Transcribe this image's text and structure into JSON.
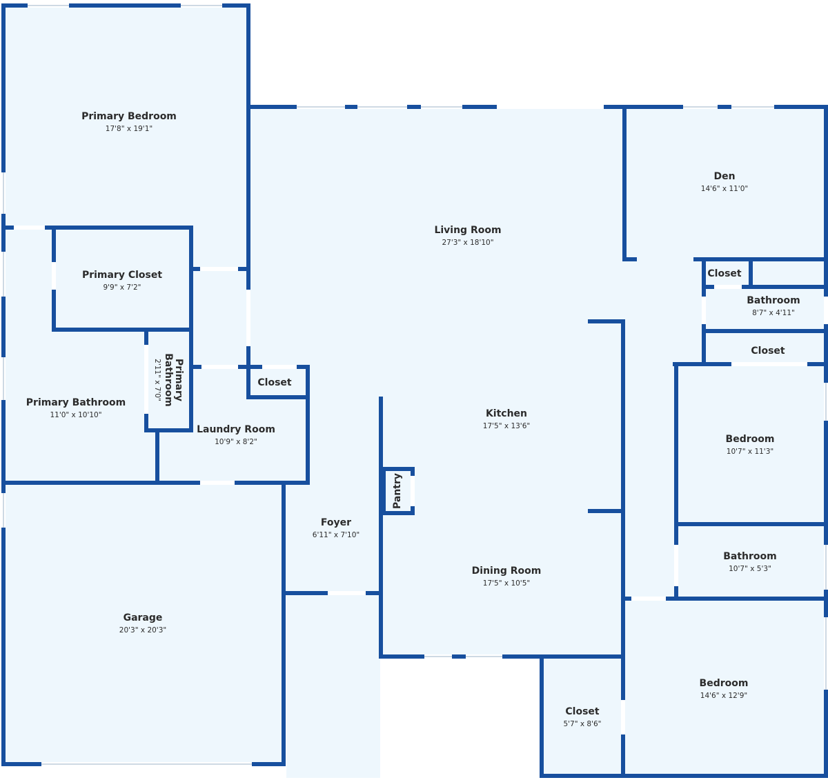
{
  "rooms": {
    "primary_bedroom": {
      "name": "Primary Bedroom",
      "dims": "17'8\" x 19'1\""
    },
    "living_room": {
      "name": "Living Room",
      "dims": "27'3\" x 18'10\""
    },
    "den": {
      "name": "Den",
      "dims": "14'6\" x 11'0\""
    },
    "primary_closet": {
      "name": "Primary Closet",
      "dims": "9'9\" x 7'2\""
    },
    "closet_den": {
      "name": "Closet"
    },
    "bathroom_small": {
      "name": "Bathroom",
      "dims": "8'7\" x 4'11\""
    },
    "closet_hall": {
      "name": "Closet"
    },
    "primary_bathroom_small": {
      "name": "Primary Bathroom",
      "dims": "2'11\" x 7'0\""
    },
    "closet_laundry": {
      "name": "Closet"
    },
    "kitchen": {
      "name": "Kitchen",
      "dims": "17'5\" x 13'6\""
    },
    "primary_bathroom": {
      "name": "Primary Bathroom",
      "dims": "11'0\" x 10'10\""
    },
    "laundry_room": {
      "name": "Laundry Room",
      "dims": "10'9\" x 8'2\""
    },
    "bedroom_1": {
      "name": "Bedroom",
      "dims": "10'7\" x 11'3\""
    },
    "pantry": {
      "name": "Pantry"
    },
    "foyer": {
      "name": "Foyer",
      "dims": "6'11\" x 7'10\""
    },
    "bathroom_2": {
      "name": "Bathroom",
      "dims": "10'7\" x 5'3\""
    },
    "dining_room": {
      "name": "Dining Room",
      "dims": "17'5\" x 10'5\""
    },
    "garage": {
      "name": "Garage",
      "dims": "20'3\" x 20'3\""
    },
    "bedroom_2": {
      "name": "Bedroom",
      "dims": "14'6\" x 12'9\""
    },
    "closet_bedroom": {
      "name": "Closet",
      "dims": "5'7\" x 8'6\""
    }
  },
  "colors": {
    "wall": "#174f9e",
    "floor": "#eef7fd",
    "text": "#2b2b2b"
  }
}
